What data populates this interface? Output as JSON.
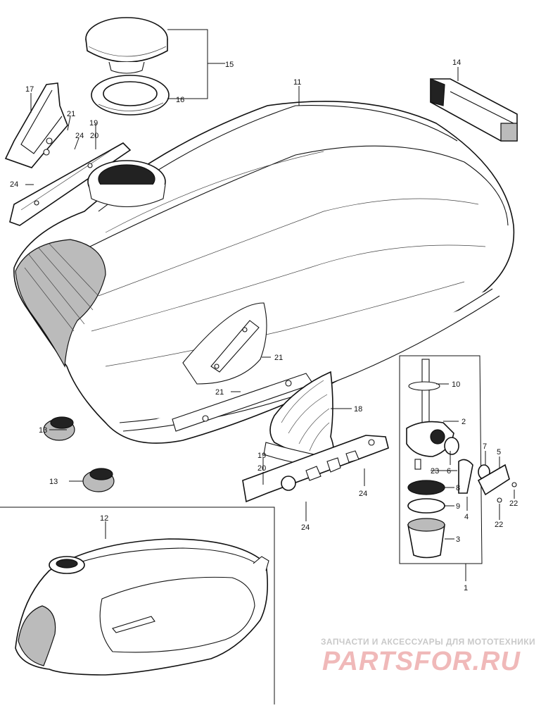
{
  "callouts": {
    "c1": "1",
    "c2": "2",
    "c3": "3",
    "c4": "4",
    "c5": "5",
    "c6": "6",
    "c7": "7",
    "c8": "8",
    "c9": "9",
    "c10": "10",
    "c11": "11",
    "c12": "12",
    "c13a": "13",
    "c13b": "13",
    "c14": "14",
    "c15": "15",
    "c16": "16",
    "c17": "17",
    "c18": "18",
    "c19a": "19",
    "c19b": "19",
    "c20a": "20",
    "c20b": "20",
    "c21a": "21",
    "c21b": "21",
    "c21c": "21",
    "c22a": "22",
    "c22b": "22",
    "c23": "23",
    "c24a": "24",
    "c24b": "24",
    "c24c": "24",
    "c24d": "24"
  },
  "watermark": {
    "subtitle": "ЗАПЧАСТИ И АКСЕССУАРЫ ДЛЯ МОТОТЕХНИКИ",
    "brand": "PARTSFOR.RU",
    "brand_color": "#f0b9b9",
    "subtitle_color": "#c9c9c9"
  },
  "icons": [
    "fuel-cap-icon",
    "fuel-tank-icon",
    "fuel-cock-icon",
    "knee-grip-icon",
    "bolt-icon"
  ]
}
